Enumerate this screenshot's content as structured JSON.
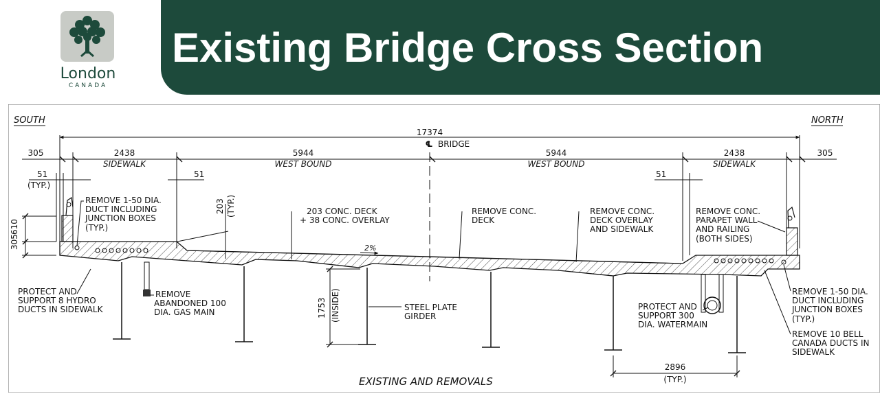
{
  "header": {
    "title": "Existing Bridge Cross Section",
    "logo": {
      "icon": "tree-icon",
      "city": "London",
      "country": "CANADA"
    },
    "colors": {
      "banner": "#1d4a3b",
      "logo_bg": "#c8cbc6"
    }
  },
  "drawing": {
    "south": "SOUTH",
    "north": "NORTH",
    "total_width": "17374",
    "centerline": "BRIDGE",
    "dims": {
      "left_edge": "305",
      "sidewalk_left": "2438",
      "lane_left": "5944",
      "lane_right": "5944",
      "sidewalk_right": "2438",
      "right_edge": "305"
    },
    "zone_labels": {
      "sidewalk_left": "SIDEWALK",
      "lane_left": "WEST BOUND",
      "lane_right": "WEST BOUND",
      "sidewalk_right": "SIDEWALK"
    },
    "small_dims": {
      "left_51": "51",
      "typ": "(TYP.)",
      "curb_51": "51",
      "right_51": "51",
      "h203": "203",
      "h203_typ": "(TYP.)",
      "h305": "305",
      "h610": "610",
      "h1753": "1753",
      "inside": "(INSIDE)",
      "spacing": "2896",
      "spacing_typ": "(TYP.)"
    },
    "slope": "2%",
    "notes": {
      "remove_duct_left": [
        "REMOVE 1-50 DIA.",
        "DUCT INCLUDING",
        "JUNCTION BOXES",
        "(TYP.)"
      ],
      "conc_deck": [
        "203 CONC. DECK",
        "+ 38 CONC. OVERLAY"
      ],
      "remove_deck": [
        "REMOVE CONC.",
        "DECK"
      ],
      "remove_overlay": [
        "REMOVE CONC.",
        "DECK OVERLAY",
        "AND SIDEWALK"
      ],
      "remove_parapet": [
        "REMOVE CONC.",
        "PARAPET WALL",
        "AND RAILING",
        "(BOTH SIDES)"
      ],
      "protect_hydro": [
        "PROTECT AND",
        "SUPPORT 8 HYDRO",
        "DUCTS IN SIDEWALK"
      ],
      "remove_gas": [
        "REMOVE",
        "ABANDONED 100",
        "DIA. GAS MAIN"
      ],
      "girder": [
        "STEEL PLATE",
        "GIRDER"
      ],
      "protect_watermain": [
        "PROTECT AND",
        "SUPPORT 300",
        "DIA. WATERMAIN"
      ],
      "remove_duct_right": [
        "REMOVE 1-50 DIA.",
        "DUCT INCLUDING",
        "JUNCTION BOXES",
        "(TYP.)"
      ],
      "remove_bell": [
        "REMOVE 10 BELL",
        "CANADA DUCTS IN",
        "SIDEWALK"
      ]
    },
    "caption": "EXISTING AND REMOVALS"
  }
}
